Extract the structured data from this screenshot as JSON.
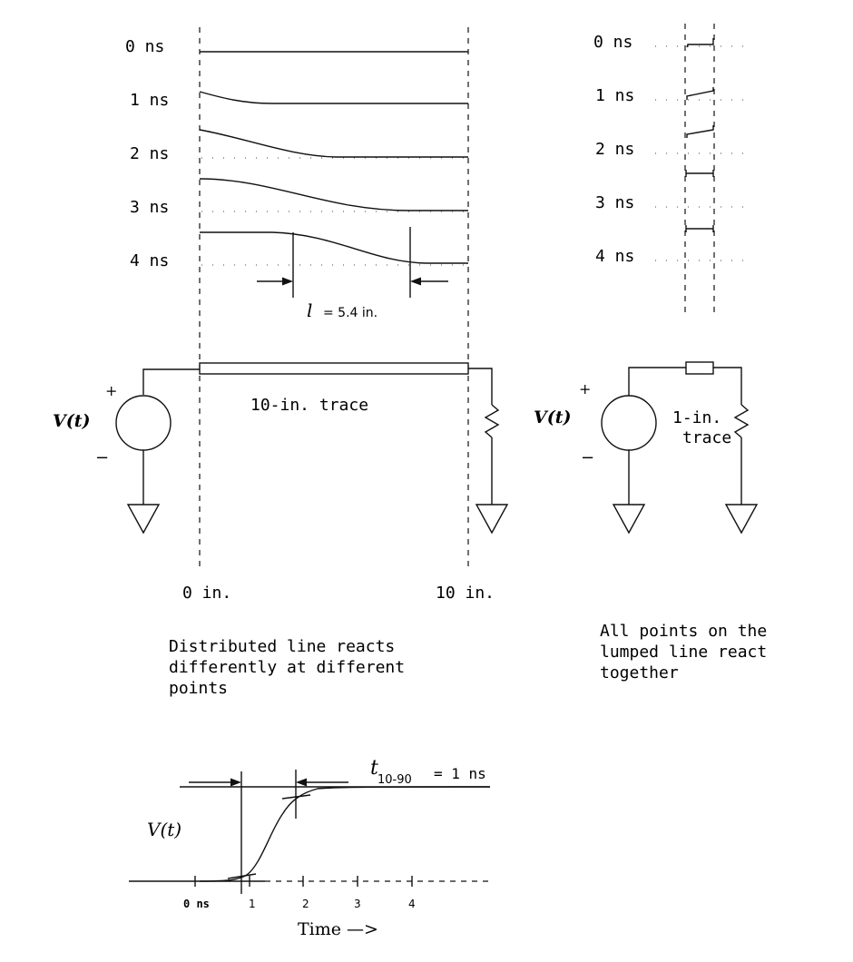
{
  "distributed": {
    "time_labels": [
      "0 ns",
      "1 ns",
      "2 ns",
      "3 ns",
      "4 ns"
    ],
    "length_symbol": "l",
    "length_value": "= 5.4 in.",
    "trace_label": "10-in. trace",
    "source_label": "V(t)",
    "plus": "+",
    "minus": "−",
    "axis_left": "0 in.",
    "axis_right": "10 in.",
    "caption": [
      "Distributed line reacts",
      "differently at different",
      "points"
    ]
  },
  "lumped": {
    "time_labels": [
      "0 ns",
      "1 ns",
      "2 ns",
      "3 ns",
      "4 ns"
    ],
    "source_label": "V(t)",
    "plus": "+",
    "minus": "−",
    "trace_label": [
      "1-in.",
      "trace"
    ],
    "caption": [
      "All points on the",
      "lumped line react",
      "together"
    ]
  },
  "rise": {
    "ylabel": "V(t)",
    "t_symbol": "t",
    "t_subscript": "10-90",
    "t_value": "= 1 ns",
    "ticks": [
      "0 ns",
      "1",
      "2",
      "3",
      "4"
    ],
    "xlabel": "Time —>"
  }
}
